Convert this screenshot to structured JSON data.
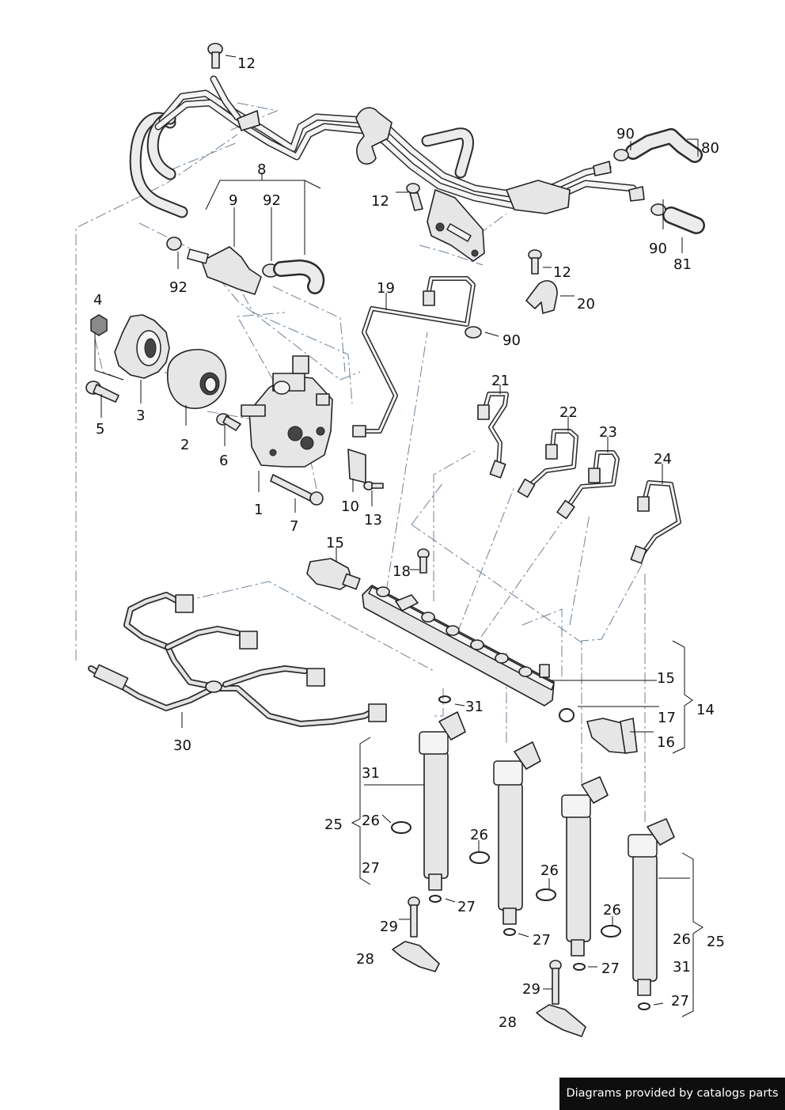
{
  "labels": [
    "12",
    "8",
    "9",
    "92",
    "12",
    "90",
    "80",
    "90",
    "81",
    "92",
    "12",
    "20",
    "4",
    "19",
    "90",
    "3",
    "5",
    "21",
    "22",
    "23",
    "24",
    "2",
    "6",
    "10",
    "13",
    "1",
    "7",
    "15",
    "18",
    "15",
    "14",
    "17",
    "16",
    "31",
    "30",
    "31",
    "25",
    "26",
    "27",
    "26",
    "26",
    "26",
    "25",
    "26",
    "27",
    "27",
    "29",
    "27",
    "28",
    "31",
    "29",
    "27",
    "28",
    "27"
  ],
  "footer": {
    "credit": "Diagrams provided by catalogs parts"
  },
  "colors": {
    "ink": "#111111",
    "part_fill": "#e6e6e6",
    "dash_line": "#6f8296",
    "footer_bg": "#0e0e0e",
    "footer_text": "#ffffff"
  }
}
